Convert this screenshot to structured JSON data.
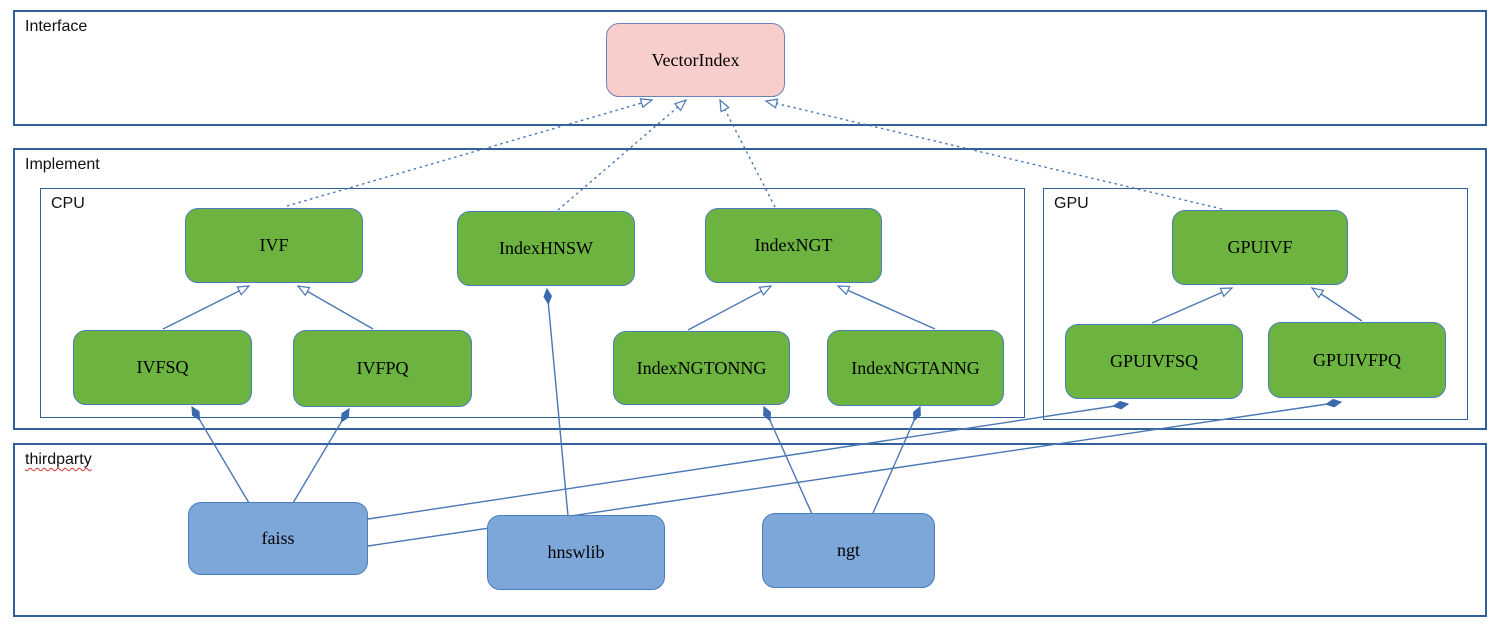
{
  "diagram": {
    "containers": {
      "interface": {
        "label": "Interface"
      },
      "implement": {
        "label": "Implement"
      },
      "cpu": {
        "label": "CPU"
      },
      "gpu": {
        "label": "GPU"
      },
      "thirdparty": {
        "label": "thirdparty",
        "spellcheck_underline": true
      }
    },
    "nodes": {
      "vectorindex": {
        "label": "VectorIndex",
        "group": "interface"
      },
      "ivf": {
        "label": "IVF",
        "group": "cpu"
      },
      "indexhnsw": {
        "label": "IndexHNSW",
        "group": "cpu"
      },
      "indexngt": {
        "label": "IndexNGT",
        "group": "cpu"
      },
      "ivfsq": {
        "label": "IVFSQ",
        "group": "cpu"
      },
      "ivfpq": {
        "label": "IVFPQ",
        "group": "cpu"
      },
      "indexngtonng": {
        "label": "IndexNGTONNG",
        "group": "cpu"
      },
      "indexngtanng": {
        "label": "IndexNGTANNG",
        "group": "cpu"
      },
      "gpuivf": {
        "label": "GPUIVF",
        "group": "gpu"
      },
      "gpuivfsq": {
        "label": "GPUIVFSQ",
        "group": "gpu"
      },
      "gpuivfpq": {
        "label": "GPUIVFPQ",
        "group": "gpu"
      },
      "faiss": {
        "label": "faiss",
        "group": "thirdparty"
      },
      "hnswlib": {
        "label": "hnswlib",
        "group": "thirdparty"
      },
      "ngt": {
        "label": "ngt",
        "group": "thirdparty"
      }
    },
    "edges": [
      {
        "from": "IVF",
        "to": "VectorIndex",
        "type": "realization"
      },
      {
        "from": "IndexHNSW",
        "to": "VectorIndex",
        "type": "realization"
      },
      {
        "from": "IndexNGT",
        "to": "VectorIndex",
        "type": "realization"
      },
      {
        "from": "GPUIVF",
        "to": "VectorIndex",
        "type": "realization"
      },
      {
        "from": "IVFSQ",
        "to": "IVF",
        "type": "generalization"
      },
      {
        "from": "IVFPQ",
        "to": "IVF",
        "type": "generalization"
      },
      {
        "from": "IndexNGTONNG",
        "to": "IndexNGT",
        "type": "generalization"
      },
      {
        "from": "IndexNGTANNG",
        "to": "IndexNGT",
        "type": "generalization"
      },
      {
        "from": "GPUIVFSQ",
        "to": "GPUIVF",
        "type": "generalization"
      },
      {
        "from": "GPUIVFPQ",
        "to": "GPUIVF",
        "type": "generalization"
      },
      {
        "from": "faiss",
        "to": "IVFSQ",
        "type": "composition"
      },
      {
        "from": "faiss",
        "to": "IVFPQ",
        "type": "composition"
      },
      {
        "from": "faiss",
        "to": "GPUIVFSQ",
        "type": "composition"
      },
      {
        "from": "faiss",
        "to": "GPUIVFPQ",
        "type": "composition"
      },
      {
        "from": "hnswlib",
        "to": "IndexHNSW",
        "type": "composition"
      },
      {
        "from": "ngt",
        "to": "IndexNGTONNG",
        "type": "composition"
      },
      {
        "from": "ngt",
        "to": "IndexNGTANNG",
        "type": "composition"
      }
    ],
    "colors": {
      "interface_node_fill": "#f8cecc",
      "implement_node_fill": "#6cb33f",
      "thirdparty_node_fill": "#7da7d9",
      "node_border": "#4a7ebc",
      "container_border": "#31609c",
      "edge": "#4a77b5",
      "spellcheck_underline": "#d0342c"
    }
  }
}
